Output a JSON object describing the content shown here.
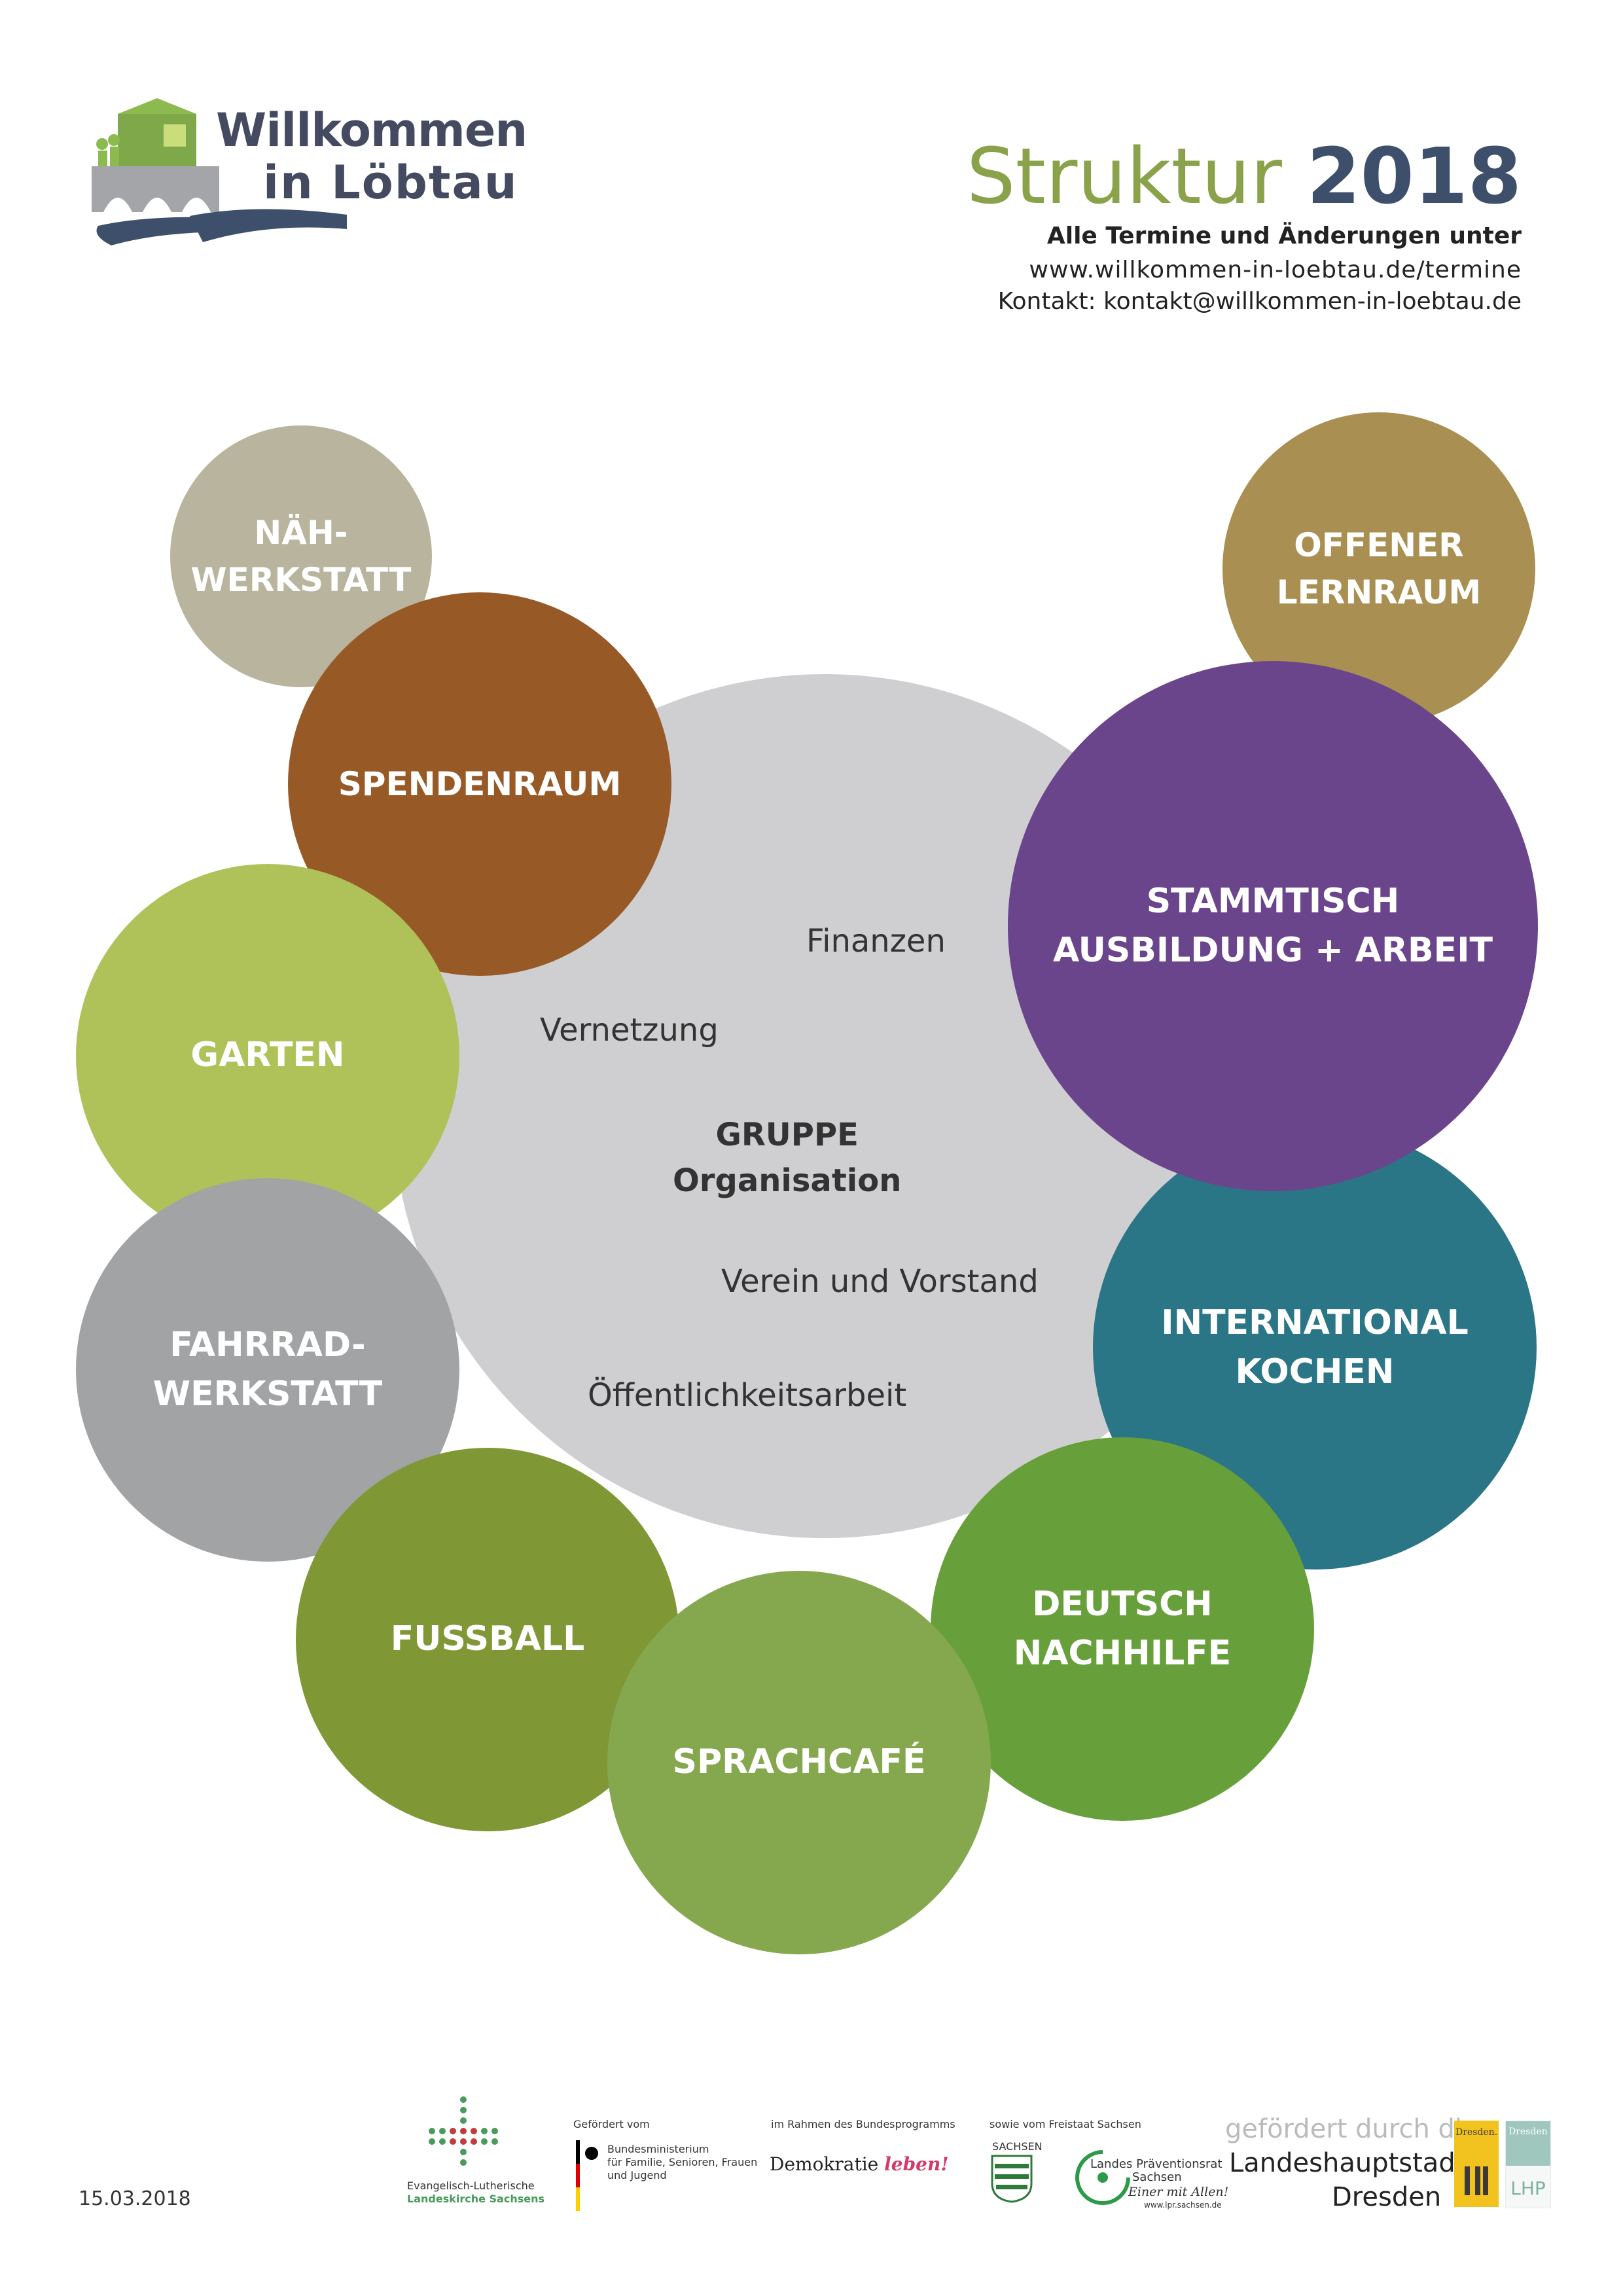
{
  "logo": {
    "line1": "Willkommen",
    "line2": "in Löbtau"
  },
  "header": {
    "title_light": "Struktur",
    "title_bold": "2018",
    "line1": "Alle Termine und Änderungen unter",
    "line2": "www.willkommen-in-loebtau.de/termine",
    "line3": "Kontakt: kontakt@willkommen-in-loebtau.de"
  },
  "center": {
    "title": "GRUPPE\nOrganisation",
    "items": [
      "Finanzen",
      "Vernetzung",
      "Verein und Vorstand",
      "Öffentlichkeitsarbeit"
    ]
  },
  "bubbles": {
    "naeh": "NÄH-\nWERKSTATT",
    "offener": "OFFENER\nLERNRAUM",
    "spenden": "SPENDENRAUM",
    "stammtisch": "STAMMTISCH\nAUSBILDUNG + ARBEIT",
    "garten": "GARTEN",
    "international": "INTERNATIONAL\nKOCHEN",
    "fahrrad": "FAHRRAD-\nWERKSTATT",
    "fussball": "FUSSBALL",
    "deutsch": "DEUTSCH\nNACHHILFE",
    "sprachcafe": "SPRACHCAFÉ"
  },
  "colors": {
    "center": "#cfcfd1",
    "naeh": "#b8b49d",
    "offener": "#a99052",
    "spenden": "#975a27",
    "stammtisch": "#6a458b",
    "garten": "#afc259",
    "international": "#2b7686",
    "fahrrad": "#a2a3a5",
    "fussball": "#809735",
    "deutsch": "#67a03b",
    "sprachcafe": "#85a84e"
  },
  "footer": {
    "date": "15.03.2018",
    "church1": "Evangelisch-Lutherische",
    "church2": "Landeskirche Sachsens",
    "gefoerdert_vom": "Gefördert vom",
    "bmfsfj1": "Bundesministerium",
    "bmfsfj2": "für Familie, Senioren, Frauen",
    "bmfsfj3": "und Jugend",
    "bundesprogramm": "im Rahmen des Bundesprogramms",
    "demokratie1": "Demokratie",
    "demokratie2": "leben!",
    "freistaat": "sowie vom Freistaat Sachsen",
    "sachsen": "SACHSEN",
    "lpr1": "Landes Präventionsrat",
    "lpr2": "Sachsen",
    "lpr3": "Einer mit Allen!",
    "lpr4": "www.lpr.sachsen.de",
    "lhd1": "gefördert durch die",
    "lhd2": "Landeshauptstadt",
    "lhd3": "Dresden",
    "dresden1": "Dresden.",
    "dresden2": "Dresden",
    "lhp": "LHP"
  }
}
